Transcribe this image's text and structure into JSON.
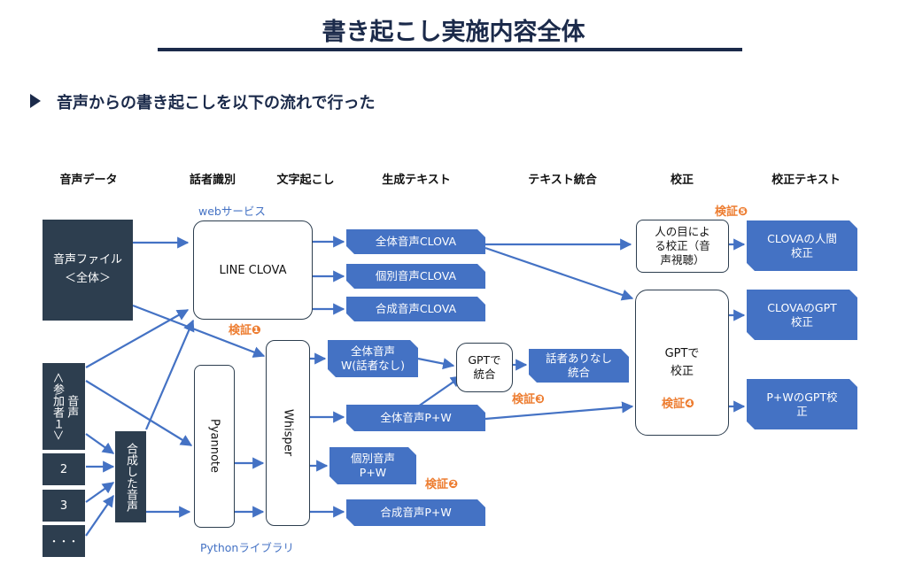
{
  "header": {
    "title": "書き起こし実施内容全体",
    "subtitle": "音声からの書き起こしを以下の流れで行った"
  },
  "columns": [
    "音声データ",
    "話者識別",
    "文字起こし",
    "生成テキスト",
    "テキスト統合",
    "校正",
    "校正テキスト"
  ],
  "audio": {
    "file": "音声ファイル\n＜全体＞",
    "participant_1": "＜参加者１＞",
    "participant_1_sub": "音声",
    "p2": "2",
    "p3": "3",
    "more": "・・・",
    "mixed": "合成した音声"
  },
  "tools": {
    "web_label": "webサービス",
    "line_clova": "LINE CLOVA",
    "pyannote": "Pyannote",
    "whisper": "Whisper",
    "python_label": "Pythonライブラリ"
  },
  "generated": {
    "clova_all": "全体音声CLOVA",
    "clova_individual": "個別音声CLOVA",
    "clova_mixed": "合成音声CLOVA",
    "whisper_all": "全体音声\nW(話者なし)",
    "pw_all": "全体音声P+W",
    "pw_individual": "個別音声\nP+W",
    "pw_mixed": "合成音声P+W"
  },
  "merge": {
    "gpt_merge": "GPTで\n統合",
    "merged_text": "話者ありなし\n統合"
  },
  "proofreading": {
    "human": "人の目によ\nる校正（音\n声視聴）",
    "gpt": "GPTで\n校正"
  },
  "proofed": {
    "clova_human": "CLOVAの人間\n校正",
    "clova_gpt": "CLOVAのGPT\n校正",
    "pw_gpt": "P+WのGPT校\n正"
  },
  "verification": {
    "v1": "検証❶",
    "v2": "検証❷",
    "v3": "検証❸",
    "v4": "検証❹",
    "v5": "検証❺"
  },
  "colors": {
    "navy": "#1b2a4a",
    "dark_box": "#2d3e4f",
    "blue": "#4472c4",
    "orange": "#ed7d31"
  }
}
